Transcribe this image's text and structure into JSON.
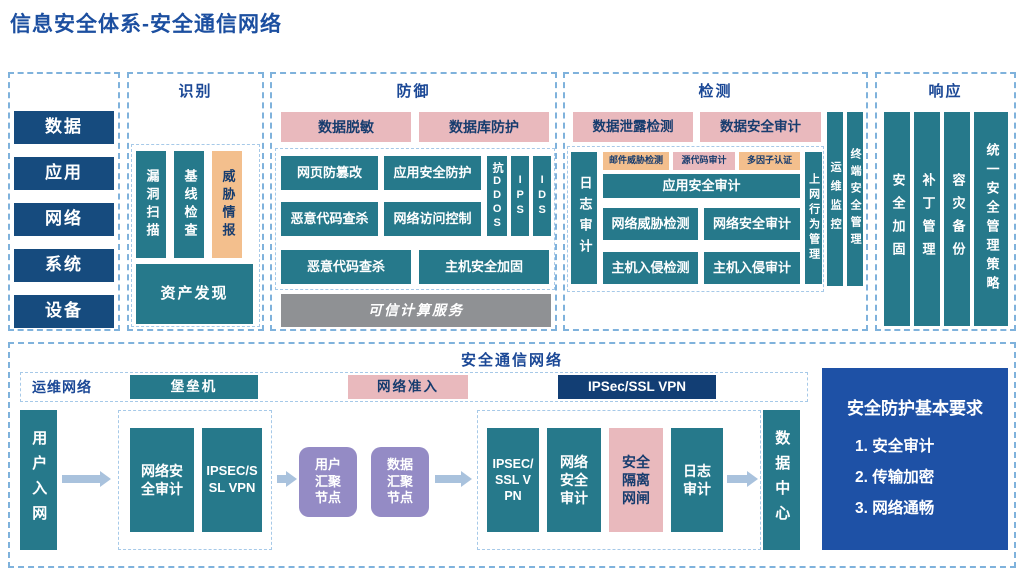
{
  "title": "信息安全体系-安全通信网络",
  "layers": {
    "l1": "数据",
    "l2": "应用",
    "l3": "网络",
    "l4": "系统",
    "l5": "设备"
  },
  "identify": {
    "header": "识别",
    "vuln": "漏洞扫描",
    "baseline": "基线检查",
    "threat": "威胁情报",
    "asset": "资产发现"
  },
  "defense": {
    "header": "防御",
    "mask": "数据脱敏",
    "db": "数据库防护",
    "web": "网页防篡改",
    "app": "应用安全防护",
    "ddos": "抗DDOS",
    "ips": "IPS",
    "ids": "IDS",
    "mal_net": "恶意代码查杀",
    "nac": "网络访问控制",
    "mal_host": "恶意代码查杀",
    "host": "主机安全加固",
    "trusted": "可信计算服务"
  },
  "detection": {
    "header": "检测",
    "leak": "数据泄露检测",
    "audit": "数据安全审计",
    "log": "日志审计",
    "mail": "邮件威胁检测",
    "code": "源代码审计",
    "mfa": "多因子认证",
    "app": "应用安全审计",
    "net_threat": "网络威胁检测",
    "net_audit": "网络安全审计",
    "host_detect": "主机入侵检测",
    "host_audit": "主机入侵审计",
    "behavior": "上网行为管理",
    "ops": "运维监控",
    "terminal": "终端安全管理"
  },
  "response": {
    "header": "响应",
    "harden": "安全加固",
    "patch": "补丁管理",
    "dr": "容灾备份",
    "policy": "统一安全管理策略"
  },
  "comm": {
    "title": "安全通信网络",
    "ops_network": "运维网络",
    "bastion": "堡垒机",
    "net_access": "网络准入",
    "vpn_bar": "IPSec/SSL VPN",
    "user_in": "用户入网",
    "net_audit_1": "网络安全审计",
    "vpn_1": "IPSEC/SSL VPN",
    "user_node": "用户汇聚节点",
    "data_node": "数据汇聚节点",
    "vpn_2": "IPSEC/SSL VPN",
    "net_audit_2": "网络安全审计",
    "gap": "安全隔离网闸",
    "log": "日志审计",
    "data_center": "数据中心",
    "req_title": "安全防护基本要求",
    "req_1": "1. 安全审计",
    "req_2": "2. 传输加密",
    "req_3": "3. 网络通畅"
  }
}
